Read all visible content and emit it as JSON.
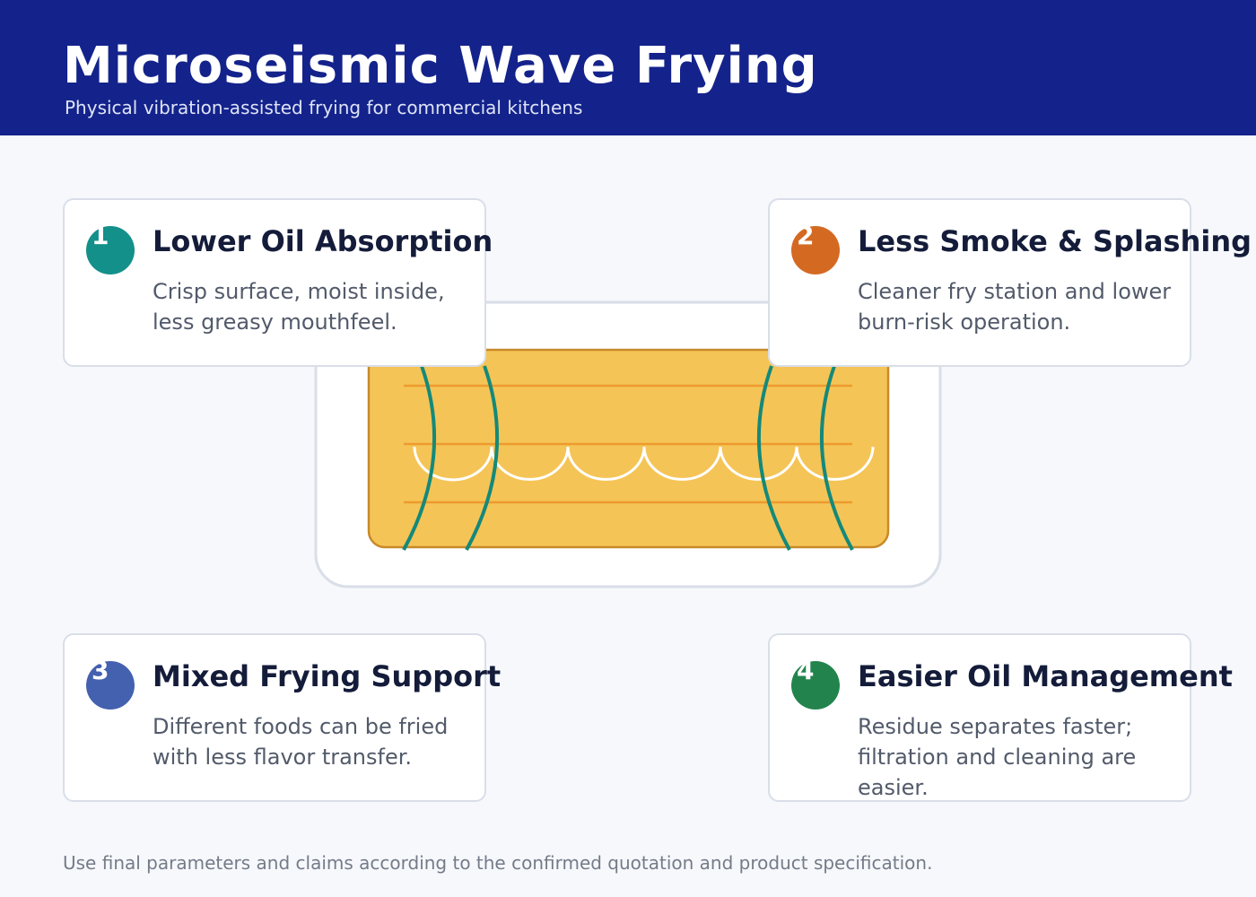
{
  "header": {
    "title": "Microseismic Wave Frying",
    "subtitle": "Physical vibration-assisted frying for commercial kitchens"
  },
  "cards": [
    {
      "number": "1",
      "title": "Lower Oil Absorption",
      "description": "Crisp surface, moist inside, less greasy mouthfeel.",
      "color": "#13908a"
    },
    {
      "number": "2",
      "title": "Less Smoke & Splashing",
      "description": "Cleaner fry station and lower burn-risk operation.",
      "color": "#d46a22"
    },
    {
      "number": "3",
      "title": "Mixed Frying Support",
      "description": "Different foods can be fried with less flavor transfer.",
      "color": "#4461b0"
    },
    {
      "number": "4",
      "title": "Easier Oil Management",
      "description": "Residue separates faster; filtration and cleaning are easier.",
      "color": "#22844c"
    }
  ],
  "footer": {
    "note": "Use final parameters and claims according to the confirmed quotation and product specification."
  },
  "colors": {
    "header_bg": "#14238b",
    "oil": "#f5c456",
    "oil_border": "#c8892a",
    "vibration_waves": "#14897a"
  }
}
